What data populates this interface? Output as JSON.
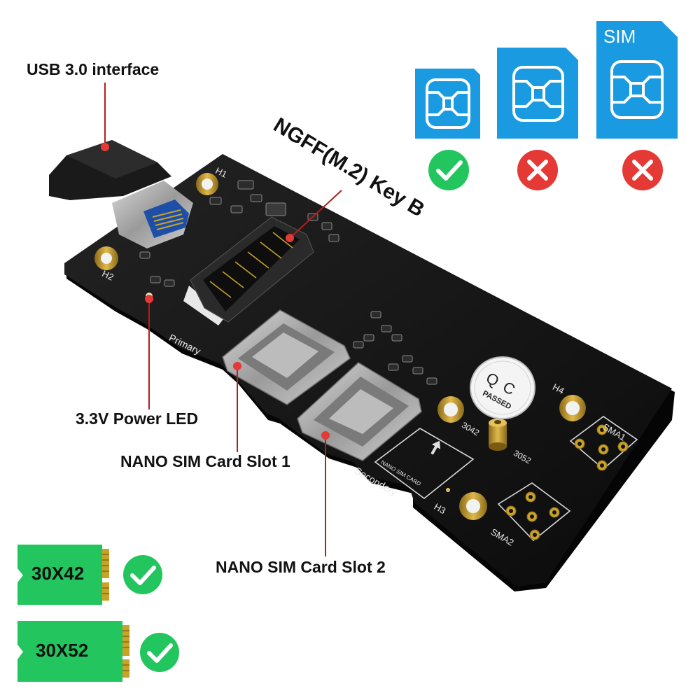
{
  "callouts": {
    "usb": "USB 3.0 interface",
    "ngff": "NGFF(M.2) Key B",
    "led": "3.3V Power LED",
    "slot1": "NANO SIM Card Slot 1",
    "slot2": "NANO SIM Card Slot 2"
  },
  "sim_cards": [
    {
      "size": "nano",
      "supported": true
    },
    {
      "size": "micro",
      "supported": false
    },
    {
      "size": "standard",
      "label": "SIM",
      "supported": false
    }
  ],
  "module_sizes": [
    {
      "label": "30X42",
      "supported": true
    },
    {
      "label": "30X52",
      "supported": true
    }
  ],
  "pcb_markings": {
    "primary": "Primary",
    "secondary": "Secondery",
    "h1": "H1",
    "h2": "H2",
    "h3": "H3",
    "h4": "H4",
    "sma1": "SMA1",
    "sma2": "SMA2",
    "len_3042": "3042",
    "len_3052": "3052",
    "nano_sim_card": "NANO SIM CARD",
    "qc_top": "Q C",
    "qc_bottom": "PASSED"
  },
  "colors": {
    "sim_blue": "#1a9ae0",
    "module_green": "#22c55e",
    "check_green": "#22c55e",
    "cross_red": "#e53935",
    "callout_line": "#b71c1c",
    "pcb_black": "#141414",
    "gold": "#c9a227"
  },
  "icons": {
    "supported": "checkmark-icon",
    "unsupported": "cross-icon"
  }
}
